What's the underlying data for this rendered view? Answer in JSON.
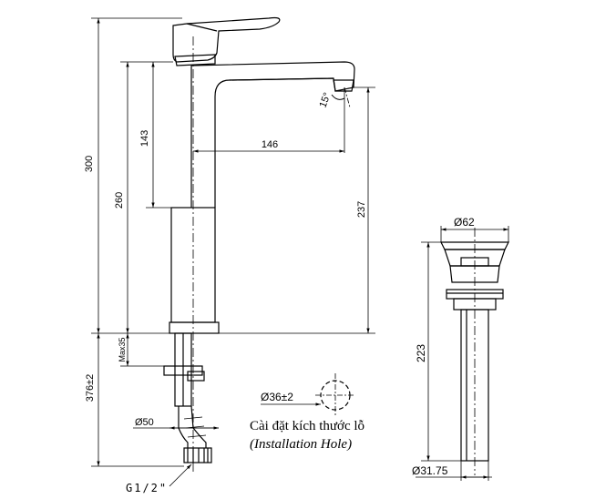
{
  "faucet": {
    "dim_300": "300",
    "dim_143": "143",
    "dim_260": "260",
    "dim_146": "146",
    "dim_237": "237",
    "dim_15deg": "15°",
    "dim_max35": "Max35",
    "dim_376": "376±2",
    "dim_50": "Ø50",
    "thread": "G1/2\""
  },
  "hole": {
    "diameter": "Ø36±2",
    "label_vi": "Cài đặt kích thước lỗ",
    "label_en": "(Installation Hole)"
  },
  "drain": {
    "dim_62": "Ø62",
    "dim_223": "223",
    "dim_3175": "Ø31.75"
  }
}
